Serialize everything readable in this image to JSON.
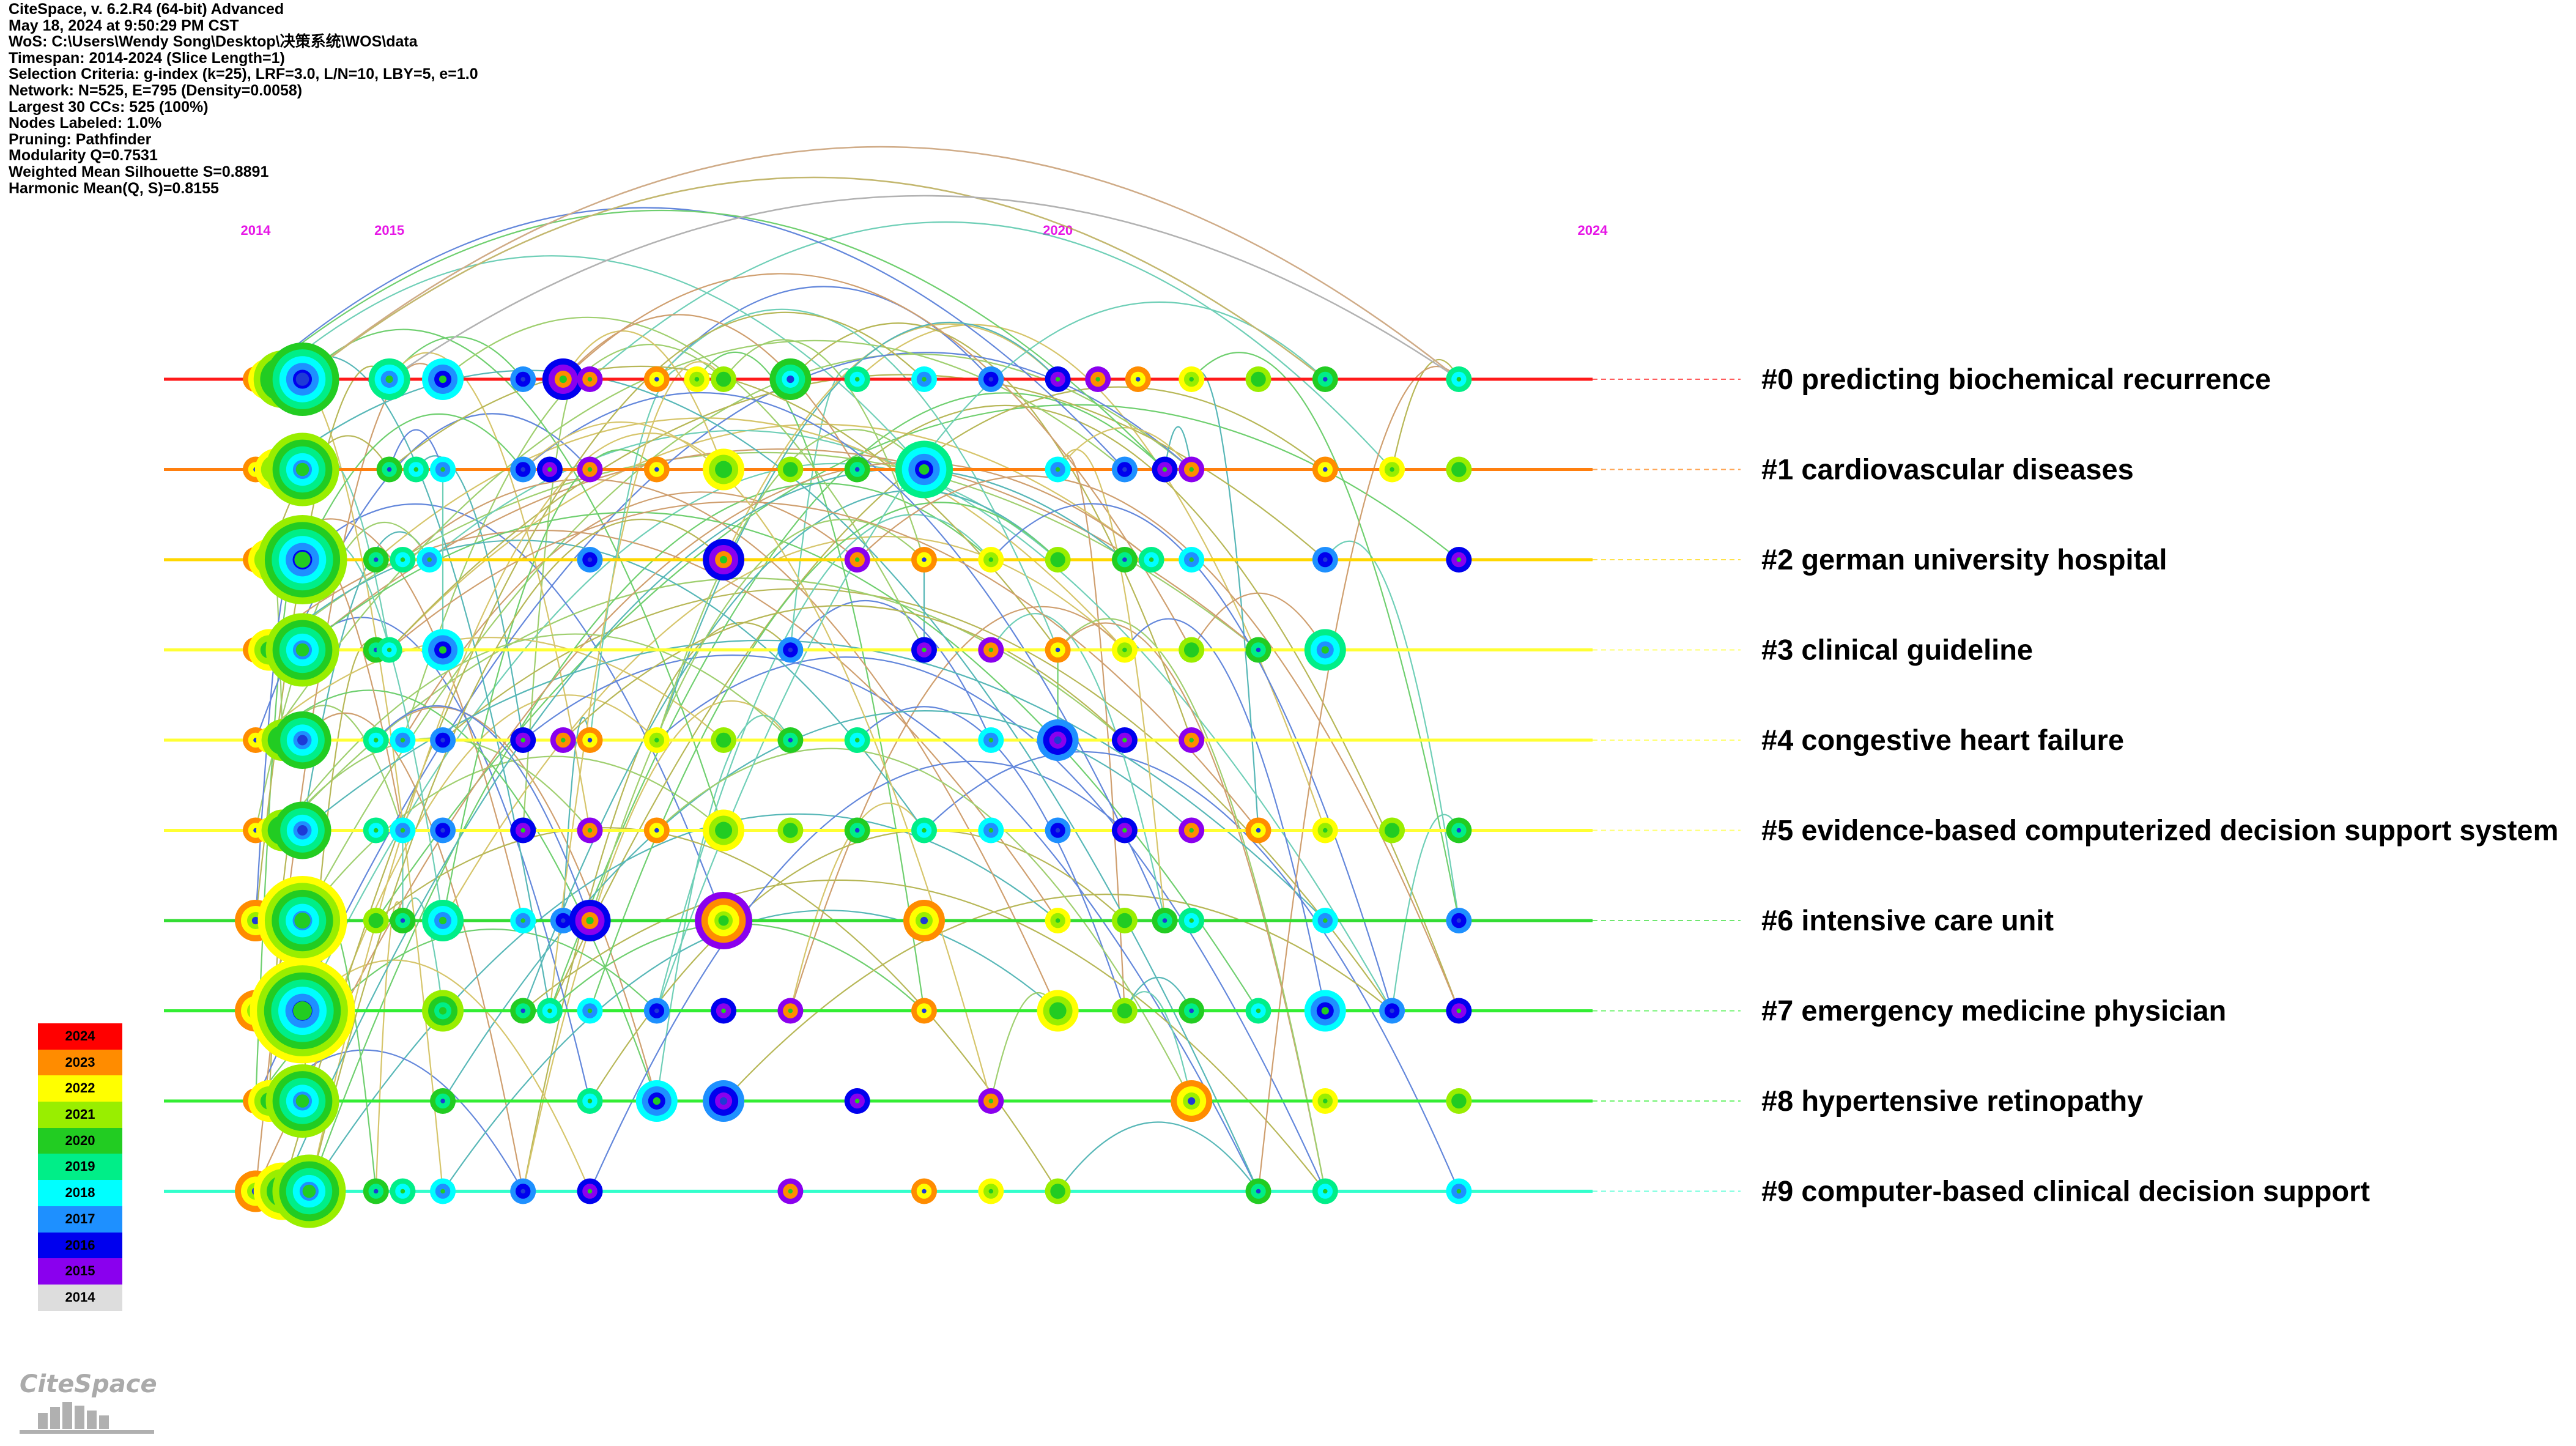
{
  "info_lines": [
    "CiteSpace, v. 6.2.R4 (64-bit) Advanced",
    "May 18, 2024 at 9:50:29 PM CST",
    "WoS: C:\\Users\\Wendy Song\\Desktop\\决策系统\\WOS\\data",
    "Timespan: 2014-2024 (Slice Length=1)",
    "Selection Criteria: g-index (k=25), LRF=3.0, L/N=10, LBY=5, e=1.0",
    "Network: N=525, E=795 (Density=0.0058)",
    "Largest 30 CCs: 525 (100%)",
    "Nodes Labeled: 1.0%",
    "Pruning: Pathfinder",
    "Modularity Q=0.7531",
    "Weighted Mean Silhouette S=0.8891",
    "Harmonic Mean(Q, S)=0.8155"
  ],
  "timeline": {
    "year_ticks": [
      {
        "label": "2014",
        "year": 2014
      },
      {
        "label": "2015",
        "year": 2015
      },
      {
        "label": "2020",
        "year": 2020
      },
      {
        "label": "2024",
        "year": 2024
      }
    ],
    "clusters": [
      {
        "label": "#0 predicting biochemical recurrence",
        "color": "#ff1a1a",
        "nodes": [
          [
            2014.0,
            1
          ],
          [
            2014.1,
            2
          ],
          [
            2014.2,
            3
          ],
          [
            2014.35,
            4
          ],
          [
            2015.0,
            2
          ],
          [
            2015.4,
            2
          ],
          [
            2016.0,
            1
          ],
          [
            2016.3,
            2
          ],
          [
            2016.5,
            1
          ],
          [
            2017.0,
            1
          ],
          [
            2017.3,
            1
          ],
          [
            2017.5,
            1
          ],
          [
            2018.0,
            2
          ],
          [
            2018.5,
            1
          ],
          [
            2019.0,
            1
          ],
          [
            2019.5,
            1
          ],
          [
            2020.0,
            1
          ],
          [
            2020.3,
            1
          ],
          [
            2020.6,
            1
          ],
          [
            2021.0,
            1
          ],
          [
            2021.5,
            1
          ],
          [
            2022.0,
            1
          ],
          [
            2023.0,
            1
          ]
        ]
      },
      {
        "label": "#1 cardiovascular diseases",
        "color": "#ff7f0e",
        "nodes": [
          [
            2014.0,
            1
          ],
          [
            2014.15,
            2
          ],
          [
            2014.35,
            4
          ],
          [
            2015.0,
            1
          ],
          [
            2015.2,
            1
          ],
          [
            2015.4,
            1
          ],
          [
            2016.0,
            1
          ],
          [
            2016.2,
            1
          ],
          [
            2016.5,
            1
          ],
          [
            2017.0,
            1
          ],
          [
            2017.5,
            2
          ],
          [
            2018.0,
            1
          ],
          [
            2018.5,
            1
          ],
          [
            2019.0,
            3
          ],
          [
            2020.0,
            1
          ],
          [
            2020.5,
            1
          ],
          [
            2020.8,
            1
          ],
          [
            2021.0,
            1
          ],
          [
            2022.0,
            1
          ],
          [
            2022.5,
            1
          ],
          [
            2023.0,
            1
          ]
        ]
      },
      {
        "label": "#2 german university hospital",
        "color": "#ffd700",
        "nodes": [
          [
            2014.0,
            1
          ],
          [
            2014.1,
            2
          ],
          [
            2014.35,
            5
          ],
          [
            2014.9,
            1
          ],
          [
            2015.1,
            1
          ],
          [
            2015.3,
            1
          ],
          [
            2016.5,
            1
          ],
          [
            2017.5,
            2
          ],
          [
            2018.5,
            1
          ],
          [
            2019.0,
            1
          ],
          [
            2019.5,
            1
          ],
          [
            2020.0,
            1
          ],
          [
            2020.5,
            1
          ],
          [
            2020.7,
            1
          ],
          [
            2021.0,
            1
          ],
          [
            2022.0,
            1
          ],
          [
            2023.0,
            1
          ]
        ]
      },
      {
        "label": "#3 clinical guideline",
        "color": "#ffff33",
        "nodes": [
          [
            2014.0,
            1
          ],
          [
            2014.1,
            2
          ],
          [
            2014.35,
            4
          ],
          [
            2014.9,
            1
          ],
          [
            2015.0,
            1
          ],
          [
            2015.4,
            2
          ],
          [
            2018.0,
            1
          ],
          [
            2019.0,
            1
          ],
          [
            2019.5,
            1
          ],
          [
            2020.0,
            1
          ],
          [
            2020.5,
            1
          ],
          [
            2021.0,
            1
          ],
          [
            2021.5,
            1
          ],
          [
            2022.0,
            2
          ]
        ]
      },
      {
        "label": "#4 congestive heart failure",
        "color": "#ffff33",
        "nodes": [
          [
            2014.0,
            1
          ],
          [
            2014.1,
            1
          ],
          [
            2014.2,
            2
          ],
          [
            2014.35,
            3
          ],
          [
            2014.9,
            1
          ],
          [
            2015.1,
            1
          ],
          [
            2015.4,
            1
          ],
          [
            2016.0,
            1
          ],
          [
            2016.3,
            1
          ],
          [
            2016.5,
            1
          ],
          [
            2017.0,
            1
          ],
          [
            2017.5,
            1
          ],
          [
            2018.0,
            1
          ],
          [
            2018.5,
            1
          ],
          [
            2019.5,
            1
          ],
          [
            2020.0,
            2
          ],
          [
            2020.5,
            1
          ],
          [
            2021.0,
            1
          ]
        ]
      },
      {
        "label": "#5 evidence-based computerized decision support system",
        "color": "#ffff33",
        "nodes": [
          [
            2014.0,
            1
          ],
          [
            2014.1,
            1
          ],
          [
            2014.2,
            2
          ],
          [
            2014.35,
            3
          ],
          [
            2014.9,
            1
          ],
          [
            2015.1,
            1
          ],
          [
            2015.4,
            1
          ],
          [
            2016.0,
            1
          ],
          [
            2016.5,
            1
          ],
          [
            2017.0,
            1
          ],
          [
            2017.5,
            2
          ],
          [
            2018.0,
            1
          ],
          [
            2018.5,
            1
          ],
          [
            2019.0,
            1
          ],
          [
            2019.5,
            1
          ],
          [
            2020.0,
            1
          ],
          [
            2020.5,
            1
          ],
          [
            2021.0,
            1
          ],
          [
            2021.5,
            1
          ],
          [
            2022.0,
            1
          ],
          [
            2022.5,
            1
          ],
          [
            2023.0,
            1
          ]
        ]
      },
      {
        "label": "#6 intensive care unit",
        "color": "#33dd33",
        "nodes": [
          [
            2014.0,
            2
          ],
          [
            2014.35,
            5
          ],
          [
            2014.9,
            1
          ],
          [
            2015.1,
            1
          ],
          [
            2015.4,
            2
          ],
          [
            2016.0,
            1
          ],
          [
            2016.3,
            1
          ],
          [
            2016.5,
            2
          ],
          [
            2017.5,
            3
          ],
          [
            2019.0,
            2
          ],
          [
            2020.0,
            1
          ],
          [
            2020.5,
            1
          ],
          [
            2020.8,
            1
          ],
          [
            2021.0,
            1
          ],
          [
            2022.0,
            1
          ],
          [
            2023.0,
            1
          ]
        ]
      },
      {
        "label": "#7 emergency medicine physician",
        "color": "#33ee33",
        "nodes": [
          [
            2014.0,
            2
          ],
          [
            2014.35,
            6
          ],
          [
            2015.4,
            2
          ],
          [
            2016.0,
            1
          ],
          [
            2016.2,
            1
          ],
          [
            2016.5,
            1
          ],
          [
            2017.0,
            1
          ],
          [
            2017.5,
            1
          ],
          [
            2018.0,
            1
          ],
          [
            2019.0,
            1
          ],
          [
            2020.0,
            2
          ],
          [
            2020.5,
            1
          ],
          [
            2021.0,
            1
          ],
          [
            2021.5,
            1
          ],
          [
            2022.0,
            2
          ],
          [
            2022.5,
            1
          ],
          [
            2023.0,
            1
          ]
        ]
      },
      {
        "label": "#8 hypertensive retinopathy",
        "color": "#33ee33",
        "nodes": [
          [
            2014.0,
            1
          ],
          [
            2014.1,
            2
          ],
          [
            2014.35,
            4
          ],
          [
            2015.4,
            1
          ],
          [
            2016.5,
            1
          ],
          [
            2017.0,
            2
          ],
          [
            2017.5,
            2
          ],
          [
            2018.5,
            1
          ],
          [
            2019.5,
            1
          ],
          [
            2021.0,
            2
          ],
          [
            2022.0,
            1
          ],
          [
            2023.0,
            1
          ]
        ]
      },
      {
        "label": "#9 computer-based clinical decision support",
        "color": "#33ffcc",
        "nodes": [
          [
            2014.0,
            2
          ],
          [
            2014.2,
            3
          ],
          [
            2014.4,
            4
          ],
          [
            2014.9,
            1
          ],
          [
            2015.1,
            1
          ],
          [
            2015.4,
            1
          ],
          [
            2016.0,
            1
          ],
          [
            2016.5,
            1
          ],
          [
            2018.0,
            1
          ],
          [
            2019.0,
            1
          ],
          [
            2019.5,
            1
          ],
          [
            2020.0,
            1
          ],
          [
            2021.5,
            1
          ],
          [
            2022.0,
            1
          ],
          [
            2023.0,
            1
          ]
        ]
      }
    ]
  },
  "legend": [
    {
      "year": "2024",
      "color": "#ff0000"
    },
    {
      "year": "2023",
      "color": "#ff8c00"
    },
    {
      "year": "2022",
      "color": "#ffff00"
    },
    {
      "year": "2021",
      "color": "#99ee00"
    },
    {
      "year": "2020",
      "color": "#22cc22"
    },
    {
      "year": "2019",
      "color": "#00ee88"
    },
    {
      "year": "2018",
      "color": "#00ffff"
    },
    {
      "year": "2017",
      "color": "#1e90ff"
    },
    {
      "year": "2016",
      "color": "#0000ee"
    },
    {
      "year": "2015",
      "color": "#8a00ee"
    },
    {
      "year": "2014",
      "color": "#dddddd"
    }
  ],
  "logo": {
    "text": "CiteSpace"
  }
}
